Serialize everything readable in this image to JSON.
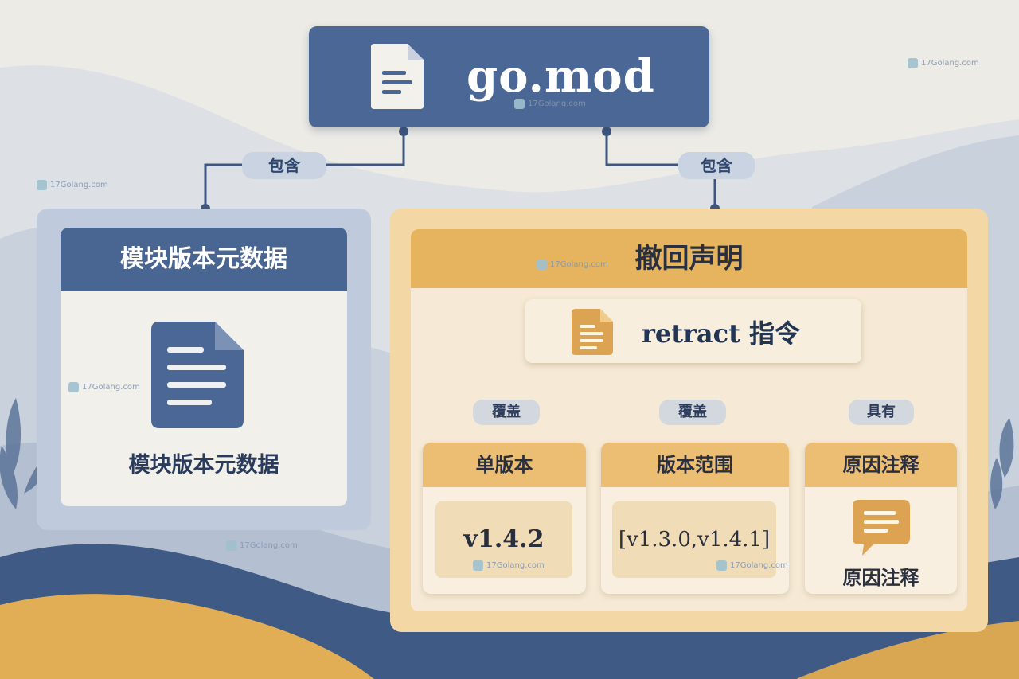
{
  "root": {
    "title": "go.mod",
    "icon": "document-icon"
  },
  "edges": {
    "left_label": "包含",
    "right_label": "包含"
  },
  "left_node": {
    "header": "模块版本元数据",
    "icon": "document-icon",
    "label": "模块版本元数据"
  },
  "right_node": {
    "header": "撤回声明",
    "directive": {
      "title": "retract 指令",
      "icon": "document-icon"
    },
    "edge_labels": [
      "覆盖",
      "覆盖",
      "具有"
    ],
    "children": [
      {
        "header": "单版本",
        "value": "v1.4.2"
      },
      {
        "header": "版本范围",
        "value": "[v1.3.0,v1.4.1]"
      },
      {
        "header": "原因注释",
        "label": "原因注释",
        "icon": "chat-bubble-icon"
      }
    ]
  },
  "watermark": "17Golang.com",
  "colors": {
    "blue": "#4a6795",
    "orange": "#e6b45f",
    "paper": "#f2f0eb"
  }
}
